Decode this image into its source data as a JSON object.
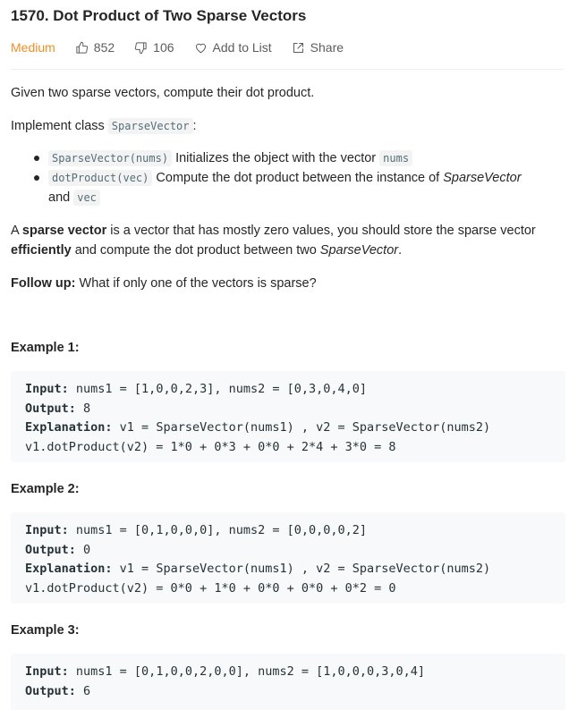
{
  "problem": {
    "title": "1570. Dot Product of Two Sparse Vectors",
    "difficulty": "Medium",
    "likes": "852",
    "dislikes": "106",
    "add_to_list": "Add to List",
    "share": "Share"
  },
  "description": {
    "intro": "Given two sparse vectors, compute their dot product.",
    "implement_prefix": "Implement class ",
    "implement_class": "SparseVector",
    "implement_suffix": ":",
    "bullets": [
      {
        "code": "SparseVector(nums)",
        "text": " Initializes the object with the vector ",
        "code2": "nums",
        "tail": ""
      },
      {
        "code": "dotProduct(vec)",
        "text": " Compute the dot product between the instance of ",
        "em": "SparseVector",
        "text2": " and ",
        "code2": "vec"
      }
    ],
    "sparse_a": "A ",
    "sparse_bold": "sparse vector",
    "sparse_b": " is a vector that has mostly zero values, you should store the sparse vector ",
    "sparse_bold2": "efficiently",
    "sparse_c": " and compute the dot product between two ",
    "sparse_em": "SparseVector",
    "sparse_d": ".",
    "follow_up_label": "Follow up:",
    "follow_up_text": " What if only one of the vectors is sparse?"
  },
  "examples": [
    {
      "title": "Example 1:",
      "input_label": "Input:",
      "input": " nums1 = [1,0,0,2,3], nums2 = [0,3,0,4,0]",
      "output_label": "Output:",
      "output": " 8",
      "explanation_label": "Explanation:",
      "explanation": " v1 = SparseVector(nums1) , v2 = SparseVector(nums2)",
      "explanation2": "v1.dotProduct(v2) = 1*0 + 0*3 + 0*0 + 2*4 + 3*0 = 8"
    },
    {
      "title": "Example 2:",
      "input_label": "Input:",
      "input": " nums1 = [0,1,0,0,0], nums2 = [0,0,0,0,2]",
      "output_label": "Output:",
      "output": " 0",
      "explanation_label": "Explanation:",
      "explanation": " v1 = SparseVector(nums1) , v2 = SparseVector(nums2)",
      "explanation2": "v1.dotProduct(v2) = 0*0 + 1*0 + 0*0 + 0*0 + 0*2 = 0"
    },
    {
      "title": "Example 3:",
      "input_label": "Input:",
      "input": " nums1 = [0,1,0,0,2,0,0], nums2 = [1,0,0,0,3,0,4]",
      "output_label": "Output:",
      "output": " 6"
    }
  ],
  "colors": {
    "difficulty_medium": "#ef8e25",
    "text": "#262626",
    "muted": "#5c5c5c",
    "code_bg": "#f7f9fa"
  },
  "icons": [
    "thumbs-up-icon",
    "thumbs-down-icon",
    "heart-icon",
    "share-icon"
  ]
}
